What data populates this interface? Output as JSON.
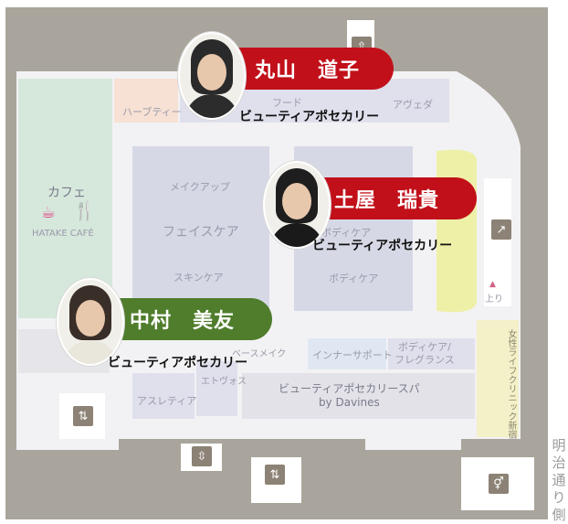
{
  "areas": {
    "herb_tea": "ハーブティー",
    "food": "フード",
    "ayurveda": "アヴェダ",
    "cafe": "カフェ",
    "hatake": "HATAKE CAFÉ",
    "makeup": "メイクアップ",
    "face_care": "フェイスケア",
    "skin_care": "スキンケア",
    "body_care_upper": "ボディケア",
    "body_care": "ボディケア",
    "inner_support": "インナーサポート",
    "body_fragrance": "ボディケア/\nフレグランス",
    "athleisure": "アスレティア",
    "etvos": "エトヴォス",
    "bwb_label": "ベースメイク",
    "spa": "ビューティアポセカリースパ\nby Davines",
    "womens_clinic": "女性ライフクリニック新宿",
    "up": "上り",
    "up_arrow": "▲"
  },
  "side_street": "明治通り側",
  "staff": [
    {
      "name": "丸山　道子",
      "shop": "ビューティアポセカリー",
      "color": "#c2101a"
    },
    {
      "name": "土屋　瑞貴",
      "shop": "ビューティアポセカリー",
      "color": "#c2101a"
    },
    {
      "name": "中村　美友",
      "shop": "ビューティアポセカリー",
      "color": "#4f7d2c"
    }
  ],
  "icons": [
    "escalator-icon",
    "elevator-icon",
    "restroom-icon",
    "cafe-cup-icon",
    "cutlery-icon"
  ]
}
